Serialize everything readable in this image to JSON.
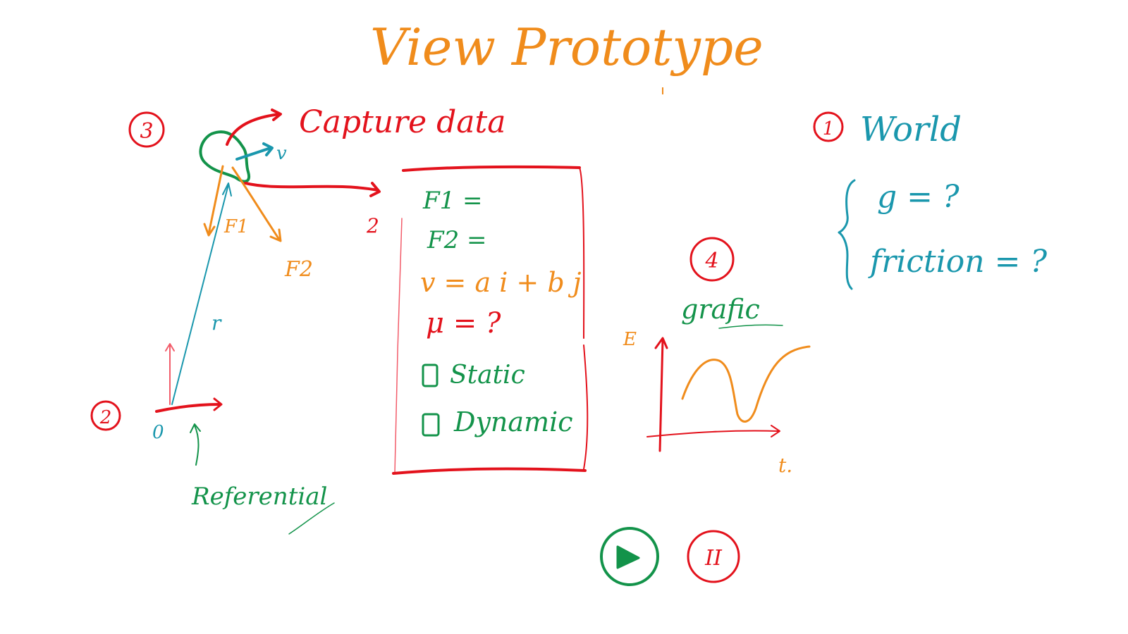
{
  "colors": {
    "orange": "#f08c1c",
    "red": "#e3121c",
    "green": "#13934a",
    "teal": "#1a97ad",
    "pink": "#f25c6a"
  },
  "title": "View Prototype",
  "capture": {
    "number": "3",
    "label": "Capture data",
    "vector_v": "v",
    "force_1": "F1",
    "force_2": "F2",
    "tail_number": "2"
  },
  "reference": {
    "number": "2",
    "origin": "0",
    "vector_r": "r",
    "label": "Referential"
  },
  "panel": {
    "line_f1": "F1 =",
    "line_f2": "F2 =",
    "line_v": "v = a i + b j",
    "line_mu": "μ = ?",
    "option_static": "Static",
    "option_dynamic": "Dynamic"
  },
  "world": {
    "number": "1",
    "label": "World",
    "g_line": "g = ?",
    "friction_line": "friction = ?"
  },
  "graph": {
    "number": "4",
    "label": "grafic",
    "y_axis": "E",
    "x_axis": "t."
  },
  "controls": {
    "play": "play-icon",
    "pause_label": "II"
  }
}
